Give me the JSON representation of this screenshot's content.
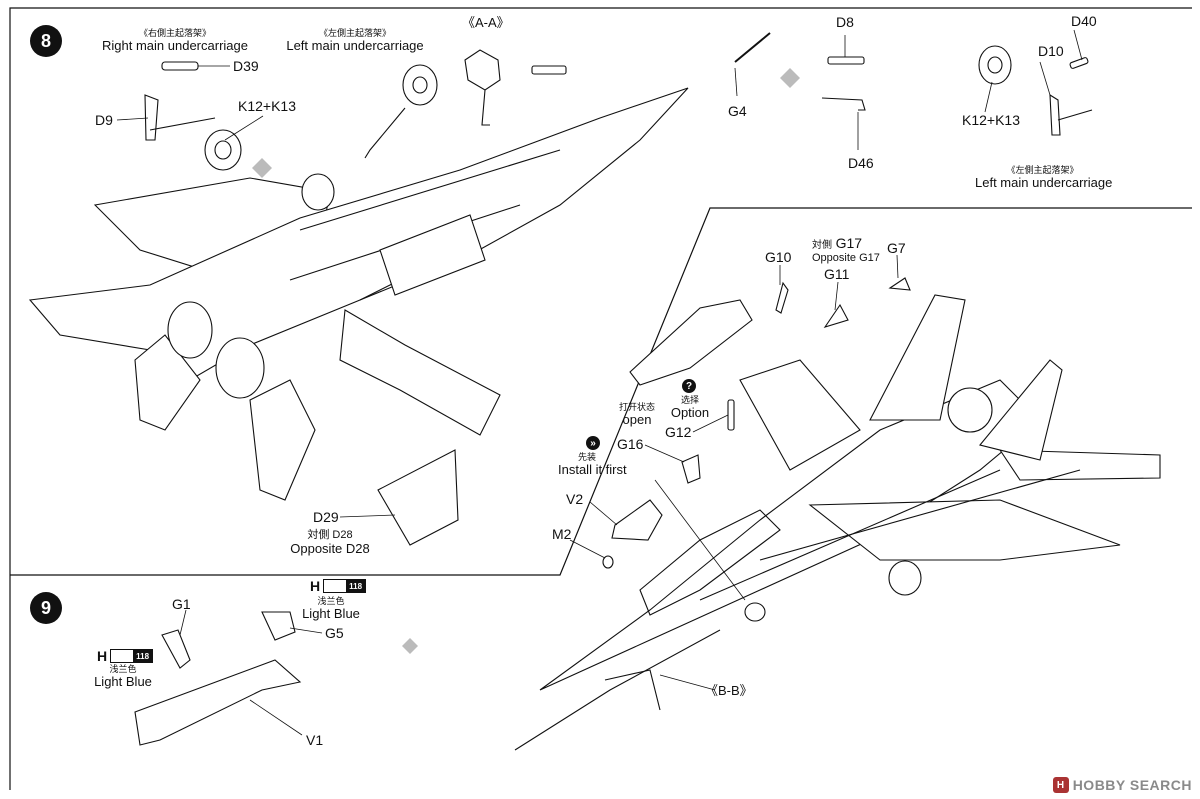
{
  "steps": {
    "s8": "8",
    "s9": "9"
  },
  "step8": {
    "right_main": {
      "cn": "《右側主起落架》",
      "en": "Right main undercarriage"
    },
    "left_main": {
      "cn": "《左側主起落架》",
      "en": "Left main undercarriage"
    },
    "section_aa": "《A-A》",
    "parts": {
      "d39": "D39",
      "d9": "D9",
      "k12k13": "K12+K13",
      "g4": "G4",
      "d8": "D8",
      "d46": "D46",
      "d40": "D40",
      "d10": "D10",
      "k12k13_r": "K12+K13",
      "d29": "D29",
      "d28_cn": "対側 D28",
      "d28_en": "Opposite D28"
    },
    "left_main_r": {
      "cn": "《左側主起落架》",
      "en": "Left main undercarriage"
    }
  },
  "step9": {
    "g1": "G1",
    "g5": "G5",
    "v1": "V1",
    "paint_code": "H",
    "paint_num": "118",
    "light_blue_cn": "浅兰色",
    "light_blue_en": "Light Blue",
    "light_blue_cn2": "浅兰色",
    "light_blue_en2": "Light Blue",
    "g10": "G10",
    "g17_cn": "対側",
    "g17": "G17",
    "g17_en": "Opposite G17",
    "g11": "G11",
    "g7": "G7",
    "option_cn": "选择",
    "option_en": "Option",
    "option_icon": "?",
    "open_cn": "打开状态",
    "open_en": "open",
    "g12": "G12",
    "g16": "G16",
    "install_cn": "先装",
    "install_en": "Install it first",
    "install_icon": "»",
    "v2": "V2",
    "m2": "M2",
    "section_bb": "《B-B》"
  },
  "watermark": {
    "text": "HOBBY SEARCH",
    "logo": "H"
  }
}
